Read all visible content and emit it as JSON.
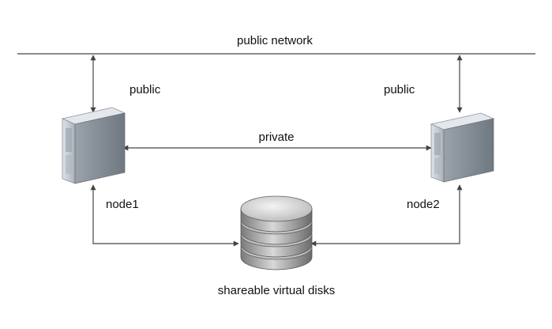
{
  "diagram": {
    "network_label": "public network",
    "node1": {
      "label": "node1",
      "link_label": "public",
      "icon": "server-tower-icon"
    },
    "node2": {
      "label": "node2",
      "link_label": "public",
      "icon": "server-tower-icon"
    },
    "private_link_label": "private",
    "storage": {
      "label": "shareable virtual disks",
      "icon": "disk-stack-icon"
    }
  },
  "colors": {
    "line": "#444444",
    "server_front": "#c9ced6",
    "server_side": "#8e96a0",
    "disk_light": "#e6e6e6",
    "disk_dark": "#8a8a8a"
  }
}
